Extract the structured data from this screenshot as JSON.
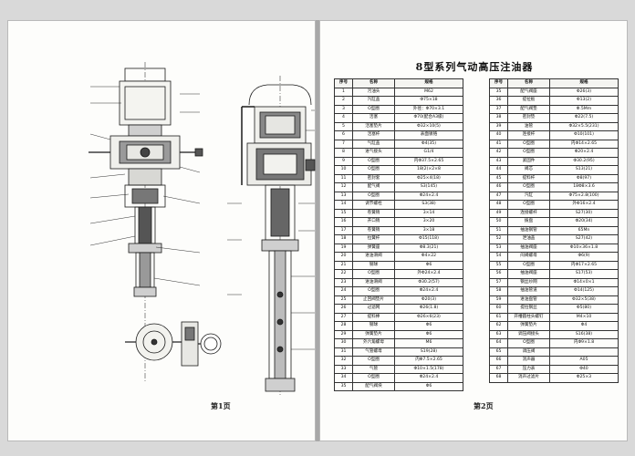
{
  "left_page": {
    "page_number": "第1页"
  },
  "right_page": {
    "title": "8型系列气动高压注油器",
    "page_number": "第2页",
    "headers": [
      "序号",
      "名称",
      "规格"
    ],
    "table_left": [
      [
        "1",
        "污油头",
        "M62"
      ],
      [
        "2",
        "汽缸盖",
        "Φ75×18"
      ],
      [
        "3",
        "O型圈",
        "外径：Φ70×3.1"
      ],
      [
        "4",
        "活塞",
        "Φ70(配合A3级)"
      ],
      [
        "5",
        "活塞垫片",
        "Φ32×10(5)"
      ],
      [
        "6",
        "活塞杆",
        "表面镀铬"
      ],
      [
        "7",
        "气缸盖",
        "Φ4(35)"
      ],
      [
        "8",
        "进气接头",
        "G1/4"
      ],
      [
        "9",
        "O型圈",
        "内Φ37.5×2.65"
      ],
      [
        "10",
        "O型圈",
        "18(2)×2×8"
      ],
      [
        "11",
        "密封套",
        "Φ25×4(18)"
      ],
      [
        "12",
        "配气阀",
        "S3(145)"
      ],
      [
        "13",
        "O型圈",
        "Φ24×2.4"
      ],
      [
        "14",
        "调节螺栓",
        "S3(38)"
      ],
      [
        "15",
        "卷簧销",
        "3×14"
      ],
      [
        "16",
        "开口销",
        "3×20"
      ],
      [
        "17",
        "卷簧销",
        "3×18"
      ],
      [
        "18",
        "拉簧杆",
        "Φ15(118)"
      ],
      [
        "19",
        "弹簧座",
        "Φ8.3(21)"
      ],
      [
        "20",
        "进油滑阀",
        "Φ4×22"
      ],
      [
        "21",
        "钢球",
        "Φ6"
      ],
      [
        "22",
        "O型圈",
        "外Φ24×2.4"
      ],
      [
        "23",
        "进油滑阀",
        "Φ30.2(57)"
      ],
      [
        "24",
        "O型圈",
        "Φ24×2.4"
      ],
      [
        "25",
        "止回阀垫片",
        "Φ20(3)"
      ],
      [
        "26",
        "过滤网",
        "Φ26(1.8)"
      ],
      [
        "27",
        "提料棒",
        "Φ26×6(23)"
      ],
      [
        "28",
        "钢球",
        "Φ6"
      ],
      [
        "29",
        "弹簧垫片",
        "Φ6"
      ],
      [
        "30",
        "外六角螺母",
        "M6"
      ],
      [
        "31",
        "气管螺母",
        "S19(28)"
      ],
      [
        "32",
        "O型圈",
        "内Φ7.5×2.65"
      ],
      [
        "33",
        "气管",
        "Φ10×1.5(178)"
      ],
      [
        "34",
        "O型圈",
        "Φ24×2.4"
      ],
      [
        "35",
        "配气阀块",
        "Φ6"
      ]
    ],
    "table_right": [
      [
        "35",
        "配气阀座",
        "Φ26(3)"
      ],
      [
        "36",
        "提拉板",
        "Φ13(2)"
      ],
      [
        "37",
        "配气阀垫",
        "Φ.5Mm"
      ],
      [
        "38",
        "密封垫",
        "Φ22(7.5)"
      ],
      [
        "39",
        "油管",
        "Φ32×5.5(231)"
      ],
      [
        "40",
        "连接杆",
        "Φ10(101)"
      ],
      [
        "41",
        "O型圈",
        "内Φ14×2.65"
      ],
      [
        "42",
        "O型圈",
        "Φ20×2.4"
      ],
      [
        "43",
        "紧固件",
        "Φ30.2(95)"
      ],
      [
        "44",
        "阀芯",
        "S13(21)"
      ],
      [
        "45",
        "提料杆",
        "Φ8(97)"
      ],
      [
        "46",
        "O型圈",
        "18Φ8×3.6"
      ],
      [
        "47",
        "汽缸",
        "Φ75×2.8(100)"
      ],
      [
        "48",
        "O型圈",
        "外Φ16×2.4"
      ],
      [
        "49",
        "连接螺杆",
        "S27(30)"
      ],
      [
        "50",
        "拨盘",
        "Φ20(34)"
      ],
      [
        "51",
        "抽油钢管",
        "65Mn"
      ],
      [
        "52",
        "泄油盖",
        "S27(42)"
      ],
      [
        "53",
        "抽油阀座",
        "Φ10×36×1.8"
      ],
      [
        "54",
        "闷阀螺母",
        "Φ6(9)"
      ],
      [
        "55",
        "O型圈",
        "内Φ17×2.65"
      ],
      [
        "56",
        "抽油阀座",
        "S17(53)"
      ],
      [
        "57",
        "钢丝纱网",
        "Φ14×0×1"
      ],
      [
        "58",
        "抽油管道",
        "Φ14(125)"
      ],
      [
        "59",
        "进油盘管",
        "Φ32×5(38)"
      ],
      [
        "60",
        "提拉钢丝",
        "Φ5(80)"
      ],
      [
        "61",
        "开槽圆柱头螺钉",
        "M4×10"
      ],
      [
        "62",
        "弹簧垫片",
        "Φ4"
      ],
      [
        "63",
        "调压阀接头",
        "S16(38)"
      ],
      [
        "64",
        "O型圈",
        "内Φ9×1.8"
      ],
      [
        "65",
        "调压阀",
        ""
      ],
      [
        "66",
        "消声器",
        "A05"
      ],
      [
        "67",
        "压力表",
        "Φ40"
      ],
      [
        "68",
        "消声过滤片",
        "Φ25×3"
      ]
    ]
  }
}
